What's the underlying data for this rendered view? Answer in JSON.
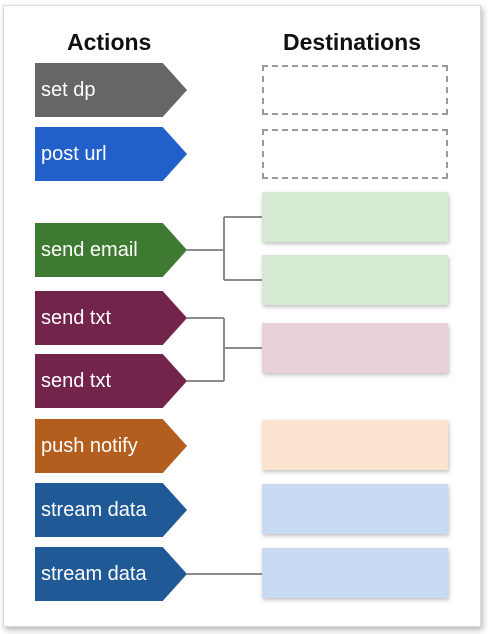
{
  "headings": {
    "actions": "Actions",
    "destinations": "Destinations"
  },
  "actions": [
    {
      "label": "set dp",
      "color": "#666666"
    },
    {
      "label": "post url",
      "color": "#2260c9"
    },
    {
      "label": "send email",
      "color": "#3e7a32"
    },
    {
      "label": "send txt",
      "color": "#73244b"
    },
    {
      "label": "send txt",
      "color": "#73244b"
    },
    {
      "label": "push notify",
      "color": "#b35e1e"
    },
    {
      "label": "stream data",
      "color": "#1f5a96"
    },
    {
      "label": "stream data",
      "color": "#1f5a96"
    }
  ],
  "destinations": [
    {
      "style": "empty"
    },
    {
      "style": "empty"
    },
    {
      "style": "filled",
      "color": "#d6e9d2"
    },
    {
      "style": "filled",
      "color": "#d6e9d2"
    },
    {
      "style": "filled",
      "color": "#e9d1dc"
    },
    {
      "style": "filled",
      "color": "#fbe4cf"
    },
    {
      "style": "filled",
      "color": "#c9daf3"
    },
    {
      "style": "filled",
      "color": "#c9daf3"
    }
  ],
  "connector_color": "#8c8c8c"
}
